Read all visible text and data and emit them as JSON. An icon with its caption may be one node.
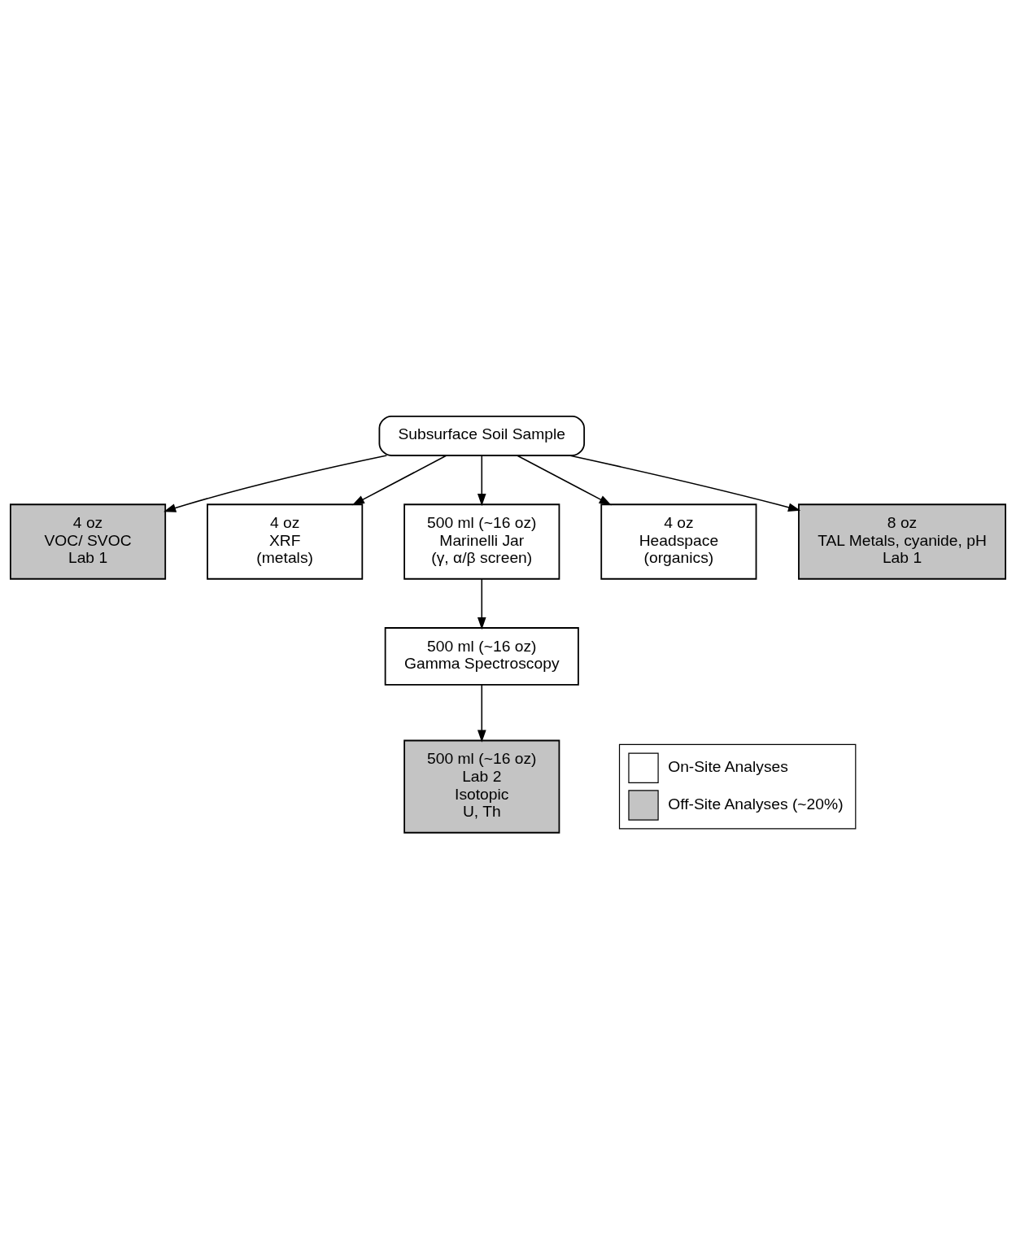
{
  "diagram": {
    "nodes": [
      {
        "text": [
          "Subsurface Soil Sample"
        ]
      },
      {
        "text": [
          "4 oz",
          "VOC/ SVOC",
          "Lab 1"
        ]
      },
      {
        "text": [
          "8 oz",
          "TAL Metals, cyanide, pH",
          "Lab 1"
        ]
      },
      {
        "text": [
          "4 oz",
          "XRF",
          "(metals)"
        ]
      },
      {
        "text": [
          "500 ml (~16 oz)",
          "Marinelli Jar",
          "(γ, α/β screen)"
        ]
      },
      {
        "text": [
          "4 oz",
          "Headspace",
          "(organics)"
        ]
      },
      {
        "text": [
          "500 ml (~16 oz)",
          "Gamma Spectroscopy"
        ]
      },
      {
        "text": [
          "500 ml (~16 oz)",
          "Lab 2",
          "Isotopic",
          "U, Th"
        ]
      }
    ],
    "edges": [
      {
        "from": 0,
        "to": 1,
        "arrow": "to"
      },
      {
        "from": 0,
        "to": 3,
        "arrow": "to"
      },
      {
        "from": 0,
        "to": 4,
        "arrow": "to"
      },
      {
        "from": 0,
        "to": 5,
        "arrow": "to"
      },
      {
        "from": 0,
        "to": 2,
        "arrow": "to"
      },
      {
        "from": 4,
        "to": 6,
        "arrow": "to"
      },
      {
        "from": 6,
        "to": 7,
        "arrow": "to"
      }
    ],
    "legend": [
      {
        "text": "On-Site Analyses",
        "color": "#ffffff"
      },
      {
        "text": "Off-Site Analyses (~20%)",
        "color": "#c4c4c4"
      }
    ]
  }
}
